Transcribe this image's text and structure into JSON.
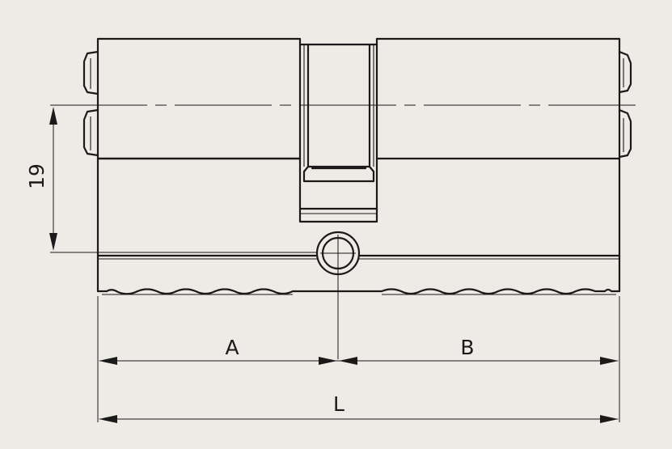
{
  "diagram": {
    "dimensions": {
      "vertical_label": "19",
      "left_label": "A",
      "right_label": "B",
      "overall_label": "L"
    },
    "colors": {
      "background": "#eeebe6",
      "line": "#1a1a1a"
    }
  }
}
